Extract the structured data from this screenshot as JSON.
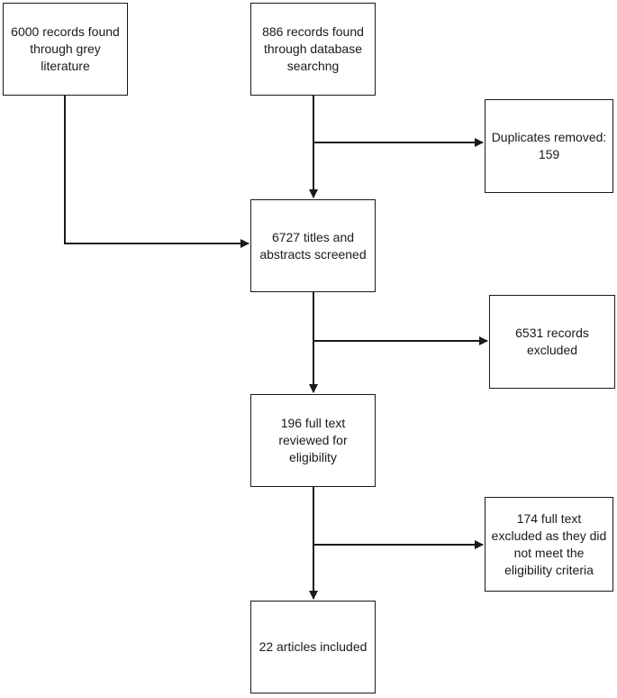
{
  "nodes": {
    "grey_literature": "6000 records found through grey literature",
    "database_search": "886 records found through database searchng",
    "duplicates": "Duplicates removed: 159",
    "screened": "6727 titles and abstracts screened",
    "excluded_screening": "6531 records excluded",
    "full_text": "196 full text reviewed for eligibility",
    "excluded_full_text": "174 full text excluded as they did not meet the eligibility criteria",
    "included": "22 articles included"
  },
  "colors": {
    "line": "#1a1a1a",
    "box_border": "#1a1a1a",
    "background": "#ffffff"
  }
}
